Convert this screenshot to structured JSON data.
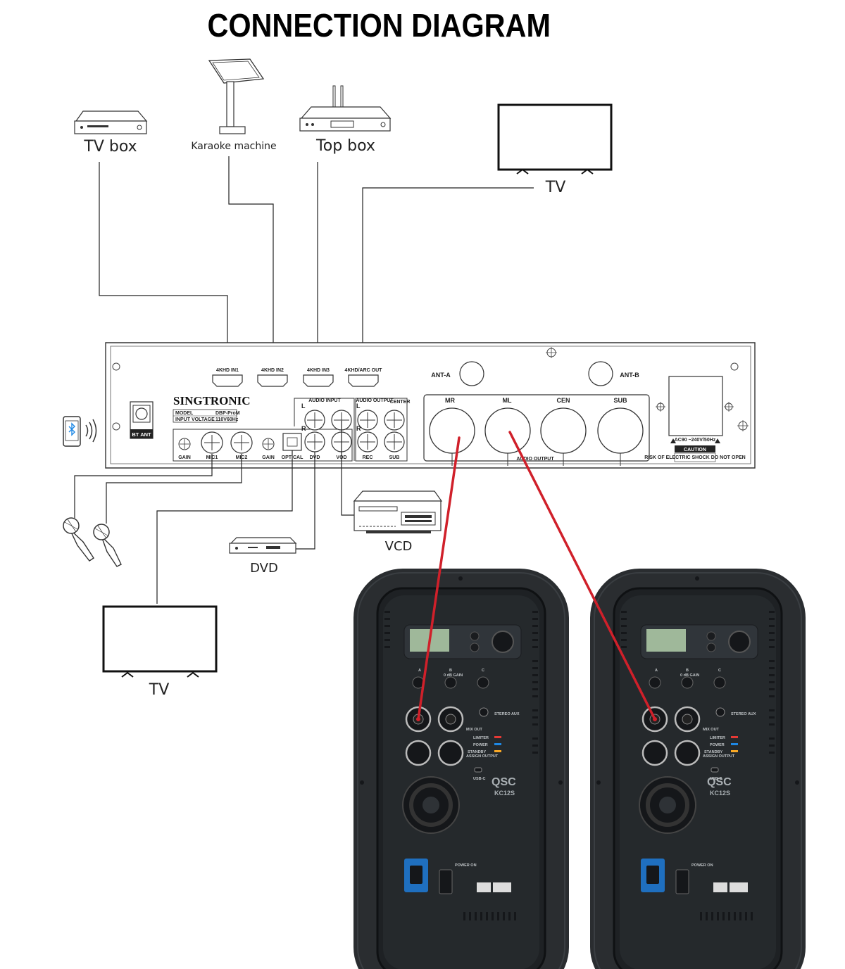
{
  "title": "CONNECTION DIAGRAM",
  "devices": {
    "tv_box": "TV box",
    "karaoke_machine": "Karaoke machine",
    "top_box": "Top box",
    "tv_top": "TV",
    "tv_bottom": "TV",
    "vcd": "VCD",
    "dvd": "DVD"
  },
  "panel": {
    "brand": "SINGTRONIC",
    "model_label": "MODEL",
    "model_value": "DBP-ProM",
    "voltage_label": "INPUT VOLTAGE",
    "voltage_value": "110V60Hz",
    "bt_ant": "BT ANT",
    "hdmi": [
      "4KHD IN1",
      "4KHD IN2",
      "4KHD IN3",
      "4KHD/ARC OUT"
    ],
    "ant_a": "ANT-A",
    "ant_b": "ANT-B",
    "audio_input": "AUDIO INPUT",
    "audio_output": "AUDIO OUTPUT",
    "center": "CENTER",
    "l": "L",
    "r": "R",
    "front_jacks": [
      "GAIN",
      "MIC1",
      "MIC2",
      "GAIN",
      "OPTICAL",
      "DVD",
      "VOD",
      "REC",
      "SUB"
    ],
    "xlr_outputs": [
      "MR",
      "ML",
      "CEN",
      "SUB"
    ],
    "audio_output_bottom": "AUDIO OUTPUT",
    "ac": "AC90 ~240V/50Hz",
    "caution": "CAUTION",
    "caution_sub": "RISK OF ELECTRIC SHOCK DO NOT OPEN"
  },
  "speaker": {
    "logo": "QSC",
    "model": "KC12S",
    "ch_a": "A",
    "ch_b": "B",
    "ch_c": "C",
    "gain": "0 dB GAIN",
    "stereo_aux": "STEREO AUX",
    "mix_out": "MIX OUT",
    "assign_output": "ASSIGN OUTPUT",
    "limiter": "LIMITER",
    "power": "POWER",
    "standby": "STANDBY",
    "usb_c": "USB-C",
    "power_on": "POWER ON"
  },
  "colors": {
    "cable_red": "#d0202a",
    "speaker_body": "#2a2d30",
    "line": "#222222"
  }
}
